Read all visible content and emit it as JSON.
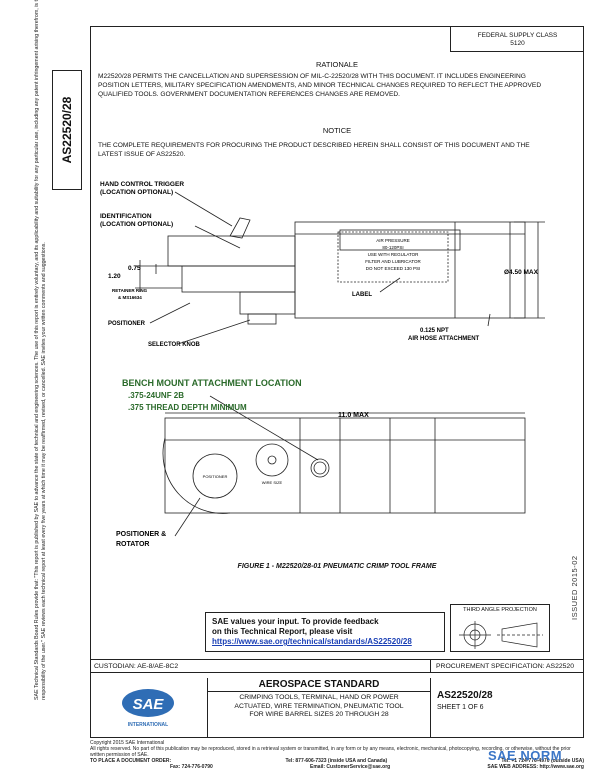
{
  "header": {
    "fed_class": "FEDERAL SUPPLY CLASS",
    "fed_class_code": "5120",
    "doc_vertical": "AS22520/28"
  },
  "sidebar": {
    "legal": "SAE Technical Standards Board Rules provide that: \"This report is published by SAE to advance the state of technical and engineering sciences. The use of this report is entirely voluntary, and its applicability and suitability for any particular use, including any patent infringement arising therefrom, is the sole responsibility of the user.\" SAE reviews each technical report at least every five years at which time it may be reaffirmed, revised, or cancelled. SAE invites your written comments and suggestions."
  },
  "rationale": {
    "title": "RATIONALE",
    "text": "M22520/28 PERMITS THE CANCELLATION AND SUPERSESSION OF MIL-C-22520/28 WITH THIS DOCUMENT. IT INCLUDES ENGINEERING POSITION LETTERS, MILITARY SPECIFICATION AMENDMENTS, AND MINOR TECHNICAL CHANGES REQUIRED TO REFLECT THE APPROVED QUALIFIED TOOLS. GOVERNMENT DOCUMENTATION REFERENCES CHANGES ARE REMOVED."
  },
  "notice": {
    "title": "NOTICE",
    "text": "THE COMPLETE REQUIREMENTS FOR PROCURING THE PRODUCT DESCRIBED HEREIN SHALL CONSIST OF THIS DOCUMENT AND THE LATEST ISSUE OF AS22520."
  },
  "drawing": {
    "label_trigger": "HAND CONTROL TRIGGER",
    "label_trigger2": "(LOCATION OPTIONAL)",
    "label_ident": "IDENTIFICATION",
    "label_ident2": "(LOCATION OPTIONAL)",
    "dim_075": "0.75",
    "dim_120": "1.20",
    "retainer": "RETAINER RING",
    "retainer2": "& MS16634",
    "positioner": "POSITIONER",
    "selector": "SELECTOR KNOB",
    "label": "LABEL",
    "npt": "0.125 NPT",
    "airhose": "AIR HOSE ATTACHMENT",
    "dia": "Ø4.50 MAX",
    "plate1": "AIR PRESSURE",
    "plate2": "80-120PSI",
    "plate3": "USE WITH REGULATOR",
    "plate4": "FILTER AND LUBRICATOR",
    "plate5": "DO NOT EXCEED 130 PSI",
    "bench1": "BENCH MOUNT ATTACHMENT LOCATION",
    "bench2": ".375-24UNF 2B",
    "bench3": ".375 THREAD DEPTH MINIMUM",
    "len": "11.0 MAX",
    "posrot1": "POSITIONER &",
    "posrot2": "ROTATOR",
    "dial": "POSITIONER",
    "dial2": "WIRE SIZE",
    "caption": "FIGURE 1 - M22520/28-01 PNEUMATIC CRIMP TOOL FRAME"
  },
  "feedback": {
    "line1": "SAE values your input. To provide feedback",
    "line2": "on this Technical Report, please visit",
    "link": "https://www.sae.org/technical/standards/AS22520/28"
  },
  "projection": {
    "title": "THIRD ANGLE PROJECTION"
  },
  "issued": "ISSUED 2015-02",
  "bar": {
    "custodian": "CUSTODIAN: AE-8/AE-8C2",
    "procurement": "PROCUREMENT SPECIFICATION: AS22520"
  },
  "titleblock": {
    "logo": "SAE",
    "logo_sub": "INTERNATIONAL",
    "standard": "AEROSPACE STANDARD",
    "desc1": "CRIMPING TOOLS, TERMINAL, HAND OR POWER",
    "desc2": "ACTUATED, WIRE TERMINATION, PNEUMATIC TOOL",
    "desc3": "FOR WIRE BARREL SIZES 20 THROUGH 28",
    "docnum": "AS22520/28",
    "sheet": "SHEET 1 OF 6"
  },
  "footer": {
    "copyright": "Copyright 2015 SAE International",
    "rights": "All rights reserved. No part of this publication may be reproduced, stored in a retrieval system or transmitted, in any form or by any means, electronic, mechanical, photocopying, recording, or otherwise, without the prior written permission of SAE.",
    "order": "TO PLACE A DOCUMENT ORDER:",
    "tel": "Tel: 877-606-7323 (inside USA and Canada)",
    "tel2": "Tel: +1 724-776-4970 (outside USA)",
    "fax": "Fax: 724-776-0790",
    "email": "Email: CustomerService@sae.org",
    "web": "SAE WEB ADDRESS: http://www.sae.org"
  },
  "watermark": "SAE NORM"
}
